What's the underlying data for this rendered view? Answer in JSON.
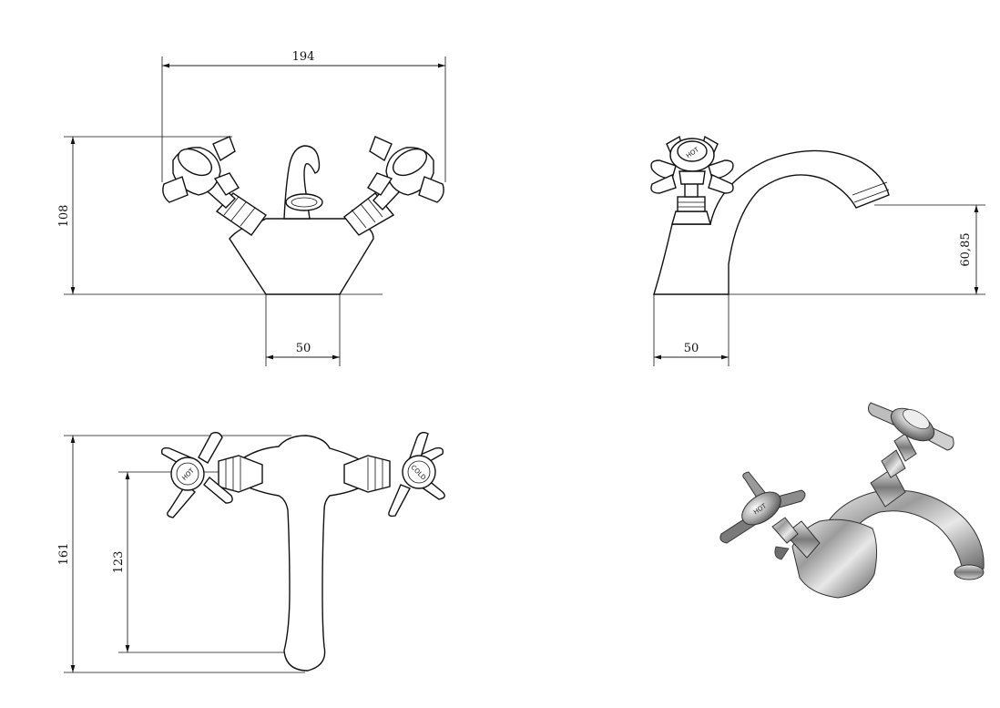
{
  "dimensions": {
    "front_width": "194",
    "front_height": "108",
    "front_base": "50",
    "side_spout_height": "60,85",
    "side_base": "50",
    "top_depth": "161",
    "top_spout_reach": "123"
  },
  "handle_labels": {
    "top_left": "HOT",
    "top_right": "COLD",
    "render": "HOT"
  },
  "colors": {
    "line": "#111111",
    "chrome_dark": "#5a5a5a",
    "chrome_light": "#e6e6e6"
  }
}
